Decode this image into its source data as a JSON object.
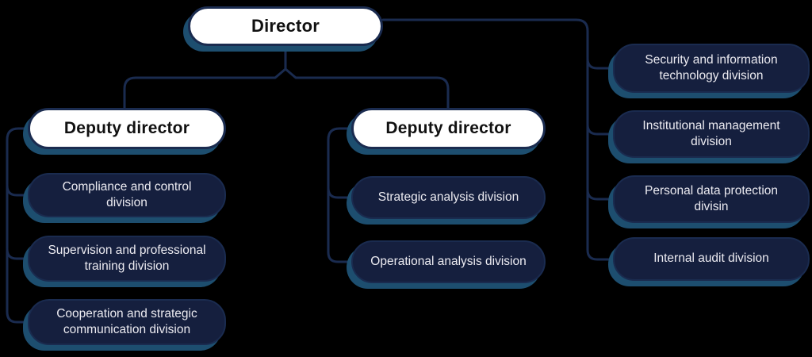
{
  "org": {
    "director": {
      "label": "Director"
    },
    "columns": [
      {
        "head": {
          "label": "Deputy director"
        },
        "children": [
          {
            "label": "Compliance and control division"
          },
          {
            "label": "Supervision and professional training division"
          },
          {
            "label": "Cooperation and strategic communication division"
          }
        ]
      },
      {
        "head": {
          "label": "Deputy director"
        },
        "children": [
          {
            "label": "Strategic analysis division"
          },
          {
            "label": "Operational analysis division"
          }
        ]
      }
    ],
    "director_children": [
      {
        "label": "Security and information technology division"
      },
      {
        "label": "Institutional management division"
      },
      {
        "label": "Personal data protection divisin"
      },
      {
        "label": "Internal audit division"
      }
    ]
  },
  "colors": {
    "background": "#000000",
    "node-fill": "#151f3e",
    "node-border": "#1a2b4f",
    "line": "#1a2b4f",
    "shadow": "#1d4e6f",
    "white-node-fill": "#ffffff",
    "dark-text": "#111111",
    "light-text": "#ecebf1"
  }
}
